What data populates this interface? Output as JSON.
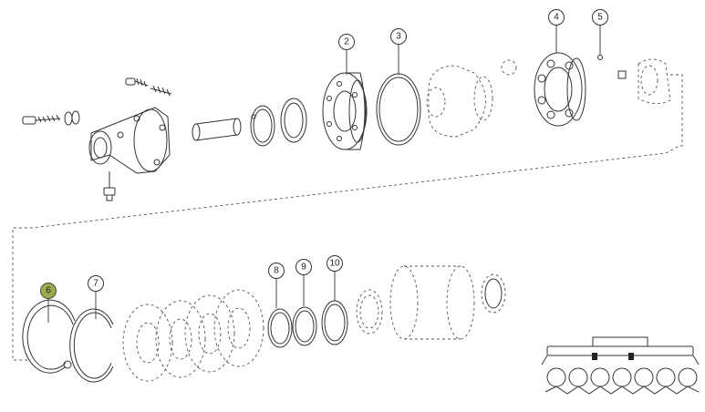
{
  "diagram": {
    "selected_callout": "6",
    "colors": {
      "selected": "#9bab4f",
      "line": "#333333"
    },
    "callouts": [
      {
        "id": "2",
        "label": "2"
      },
      {
        "id": "3",
        "label": "3"
      },
      {
        "id": "4",
        "label": "4"
      },
      {
        "id": "5",
        "label": "5"
      },
      {
        "id": "6",
        "label": "6"
      },
      {
        "id": "7",
        "label": "7"
      },
      {
        "id": "8",
        "label": "8"
      },
      {
        "id": "9",
        "label": "9"
      },
      {
        "id": "10",
        "label": "10"
      }
    ]
  }
}
